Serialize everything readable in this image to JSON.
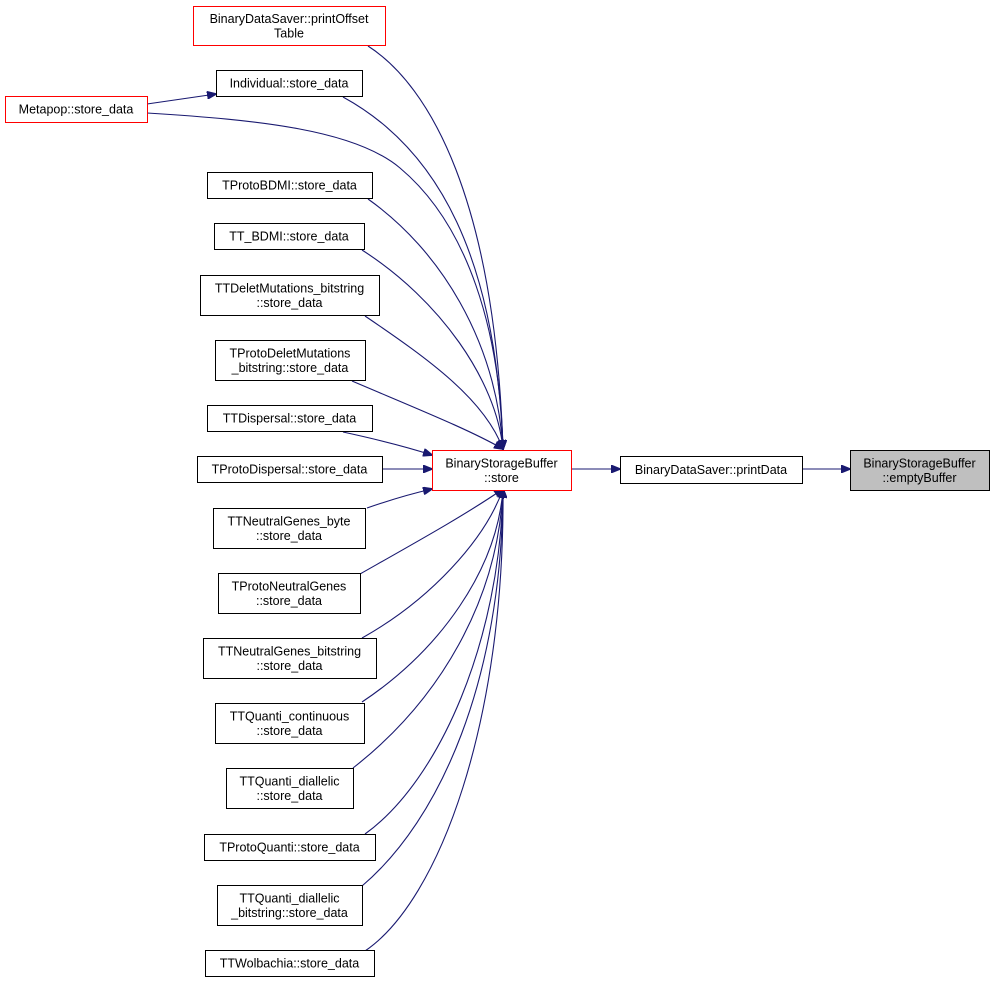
{
  "diagram": {
    "colors": {
      "edge": "#191970",
      "node_border": "#000000",
      "highlight_border": "#ff0000",
      "focus_fill": "#bfbfbf",
      "node_fill": "#ffffff"
    },
    "nodes": [
      {
        "id": "printOffsetTable",
        "lines": [
          "BinaryDataSaver::printOffset",
          "Table"
        ],
        "style": "red"
      },
      {
        "id": "individual",
        "lines": [
          "Individual::store_data"
        ],
        "style": "black"
      },
      {
        "id": "metapop",
        "lines": [
          "Metapop::store_data"
        ],
        "style": "red"
      },
      {
        "id": "tprotoBDMI",
        "lines": [
          "TProtoBDMI::store_data"
        ],
        "style": "black"
      },
      {
        "id": "ttBDMI",
        "lines": [
          "TT_BDMI::store_data"
        ],
        "style": "black"
      },
      {
        "id": "ttDeletBits",
        "lines": [
          "TTDeletMutations_bitstring",
          "::store_data"
        ],
        "style": "black"
      },
      {
        "id": "tprotoDeletBits",
        "lines": [
          "TProtoDeletMutations",
          "_bitstring::store_data"
        ],
        "style": "black"
      },
      {
        "id": "ttDispersal",
        "lines": [
          "TTDispersal::store_data"
        ],
        "style": "black"
      },
      {
        "id": "tprotoDispersal",
        "lines": [
          "TProtoDispersal::store_data"
        ],
        "style": "black"
      },
      {
        "id": "ttNeutralByte",
        "lines": [
          "TTNeutralGenes_byte",
          "::store_data"
        ],
        "style": "black"
      },
      {
        "id": "tprotoNeutral",
        "lines": [
          "TProtoNeutralGenes",
          "::store_data"
        ],
        "style": "black"
      },
      {
        "id": "ttNeutralBits",
        "lines": [
          "TTNeutralGenes_bitstring",
          "::store_data"
        ],
        "style": "black"
      },
      {
        "id": "ttQuantiCont",
        "lines": [
          "TTQuanti_continuous",
          "::store_data"
        ],
        "style": "black"
      },
      {
        "id": "ttQuantiDiall",
        "lines": [
          "TTQuanti_diallelic",
          "::store_data"
        ],
        "style": "black"
      },
      {
        "id": "tprotoQuanti",
        "lines": [
          "TProtoQuanti::store_data"
        ],
        "style": "black"
      },
      {
        "id": "ttQuantiDiallBits",
        "lines": [
          "TTQuanti_diallelic",
          "_bitstring::store_data"
        ],
        "style": "black"
      },
      {
        "id": "ttWolbachia",
        "lines": [
          "TTWolbachia::store_data"
        ],
        "style": "black"
      },
      {
        "id": "store",
        "lines": [
          "BinaryStorageBuffer",
          "::store"
        ],
        "style": "red"
      },
      {
        "id": "printData",
        "lines": [
          "BinaryDataSaver::printData"
        ],
        "style": "black"
      },
      {
        "id": "emptyBuffer",
        "lines": [
          "BinaryStorageBuffer",
          "::emptyBuffer"
        ],
        "style": "focus"
      }
    ],
    "edges": [
      {
        "from": "printOffsetTable",
        "to": "store"
      },
      {
        "from": "metapop",
        "to": "individual"
      },
      {
        "from": "individual",
        "to": "store"
      },
      {
        "from": "metapop",
        "to": "store"
      },
      {
        "from": "tprotoBDMI",
        "to": "store"
      },
      {
        "from": "ttBDMI",
        "to": "store"
      },
      {
        "from": "ttDeletBits",
        "to": "store"
      },
      {
        "from": "tprotoDeletBits",
        "to": "store"
      },
      {
        "from": "ttDispersal",
        "to": "store"
      },
      {
        "from": "tprotoDispersal",
        "to": "store"
      },
      {
        "from": "ttNeutralByte",
        "to": "store"
      },
      {
        "from": "tprotoNeutral",
        "to": "store"
      },
      {
        "from": "ttNeutralBits",
        "to": "store"
      },
      {
        "from": "ttQuantiCont",
        "to": "store"
      },
      {
        "from": "ttQuantiDiall",
        "to": "store"
      },
      {
        "from": "tprotoQuanti",
        "to": "store"
      },
      {
        "from": "ttQuantiDiallBits",
        "to": "store"
      },
      {
        "from": "ttWolbachia",
        "to": "store"
      },
      {
        "from": "store",
        "to": "printData"
      },
      {
        "from": "printData",
        "to": "emptyBuffer"
      }
    ]
  }
}
